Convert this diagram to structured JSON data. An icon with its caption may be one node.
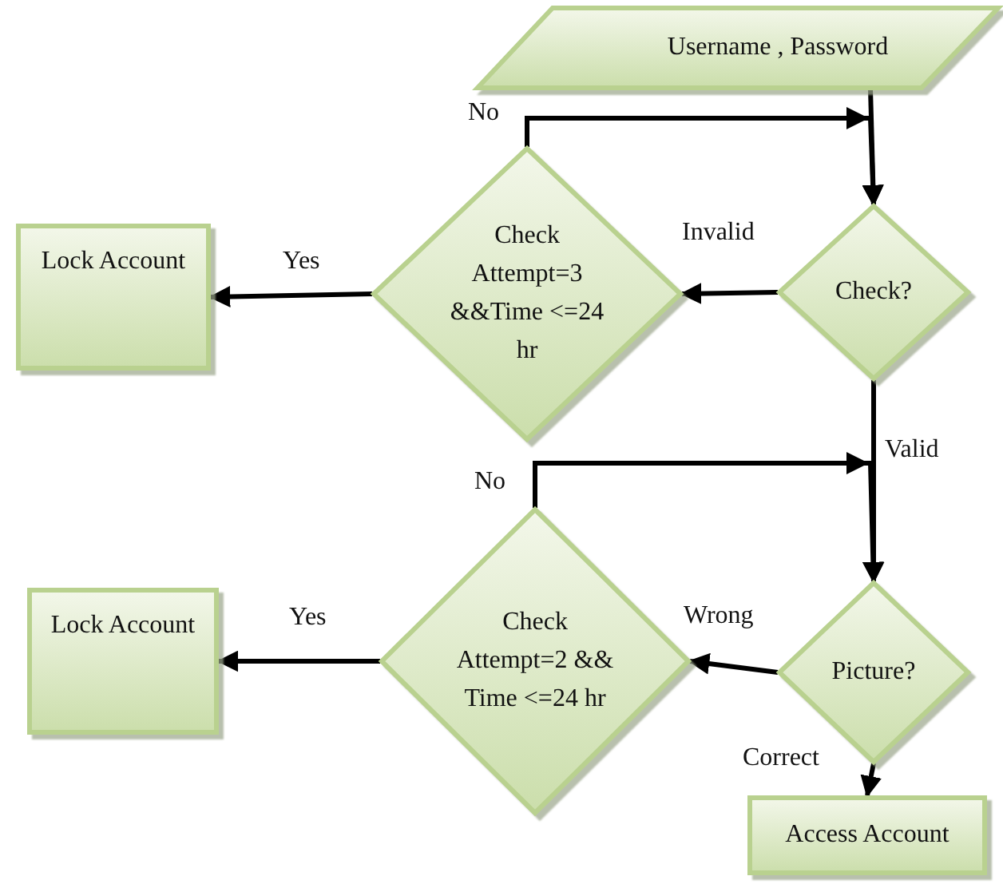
{
  "diagram": {
    "nodes": [
      {
        "text": [
          "Username , Password"
        ]
      },
      {
        "text": [
          "Check?"
        ]
      },
      {
        "text": [
          "Check Attempt=3 &&Time <=24 hr"
        ]
      },
      {
        "text": [
          "Lock Account"
        ]
      },
      {
        "text": [
          "Picture?"
        ]
      },
      {
        "text": [
          "Check Attempt=2 && Time <=24 hr"
        ]
      },
      {
        "text": [
          "Lock Account"
        ]
      },
      {
        "text": [
          "Access Account"
        ]
      }
    ],
    "edges": [
      {
        "from": 0,
        "to": 1,
        "arrow": "to"
      },
      {
        "from": 2,
        "to": 1,
        "arrow": "to",
        "label": "No"
      },
      {
        "from": 1,
        "to": 2,
        "arrow": "to",
        "label": "Invalid"
      },
      {
        "from": 2,
        "to": 3,
        "arrow": "to",
        "label": "Yes"
      },
      {
        "from": 1,
        "to": 4,
        "arrow": "to",
        "label": "Valid"
      },
      {
        "from": 5,
        "to": 4,
        "arrow": "to",
        "label": "No"
      },
      {
        "from": 4,
        "to": 5,
        "arrow": "to",
        "label": "Wrong"
      },
      {
        "from": 5,
        "to": 6,
        "arrow": "to",
        "label": "Yes"
      },
      {
        "from": 4,
        "to": 7,
        "arrow": "to",
        "label": "Correct"
      }
    ]
  }
}
